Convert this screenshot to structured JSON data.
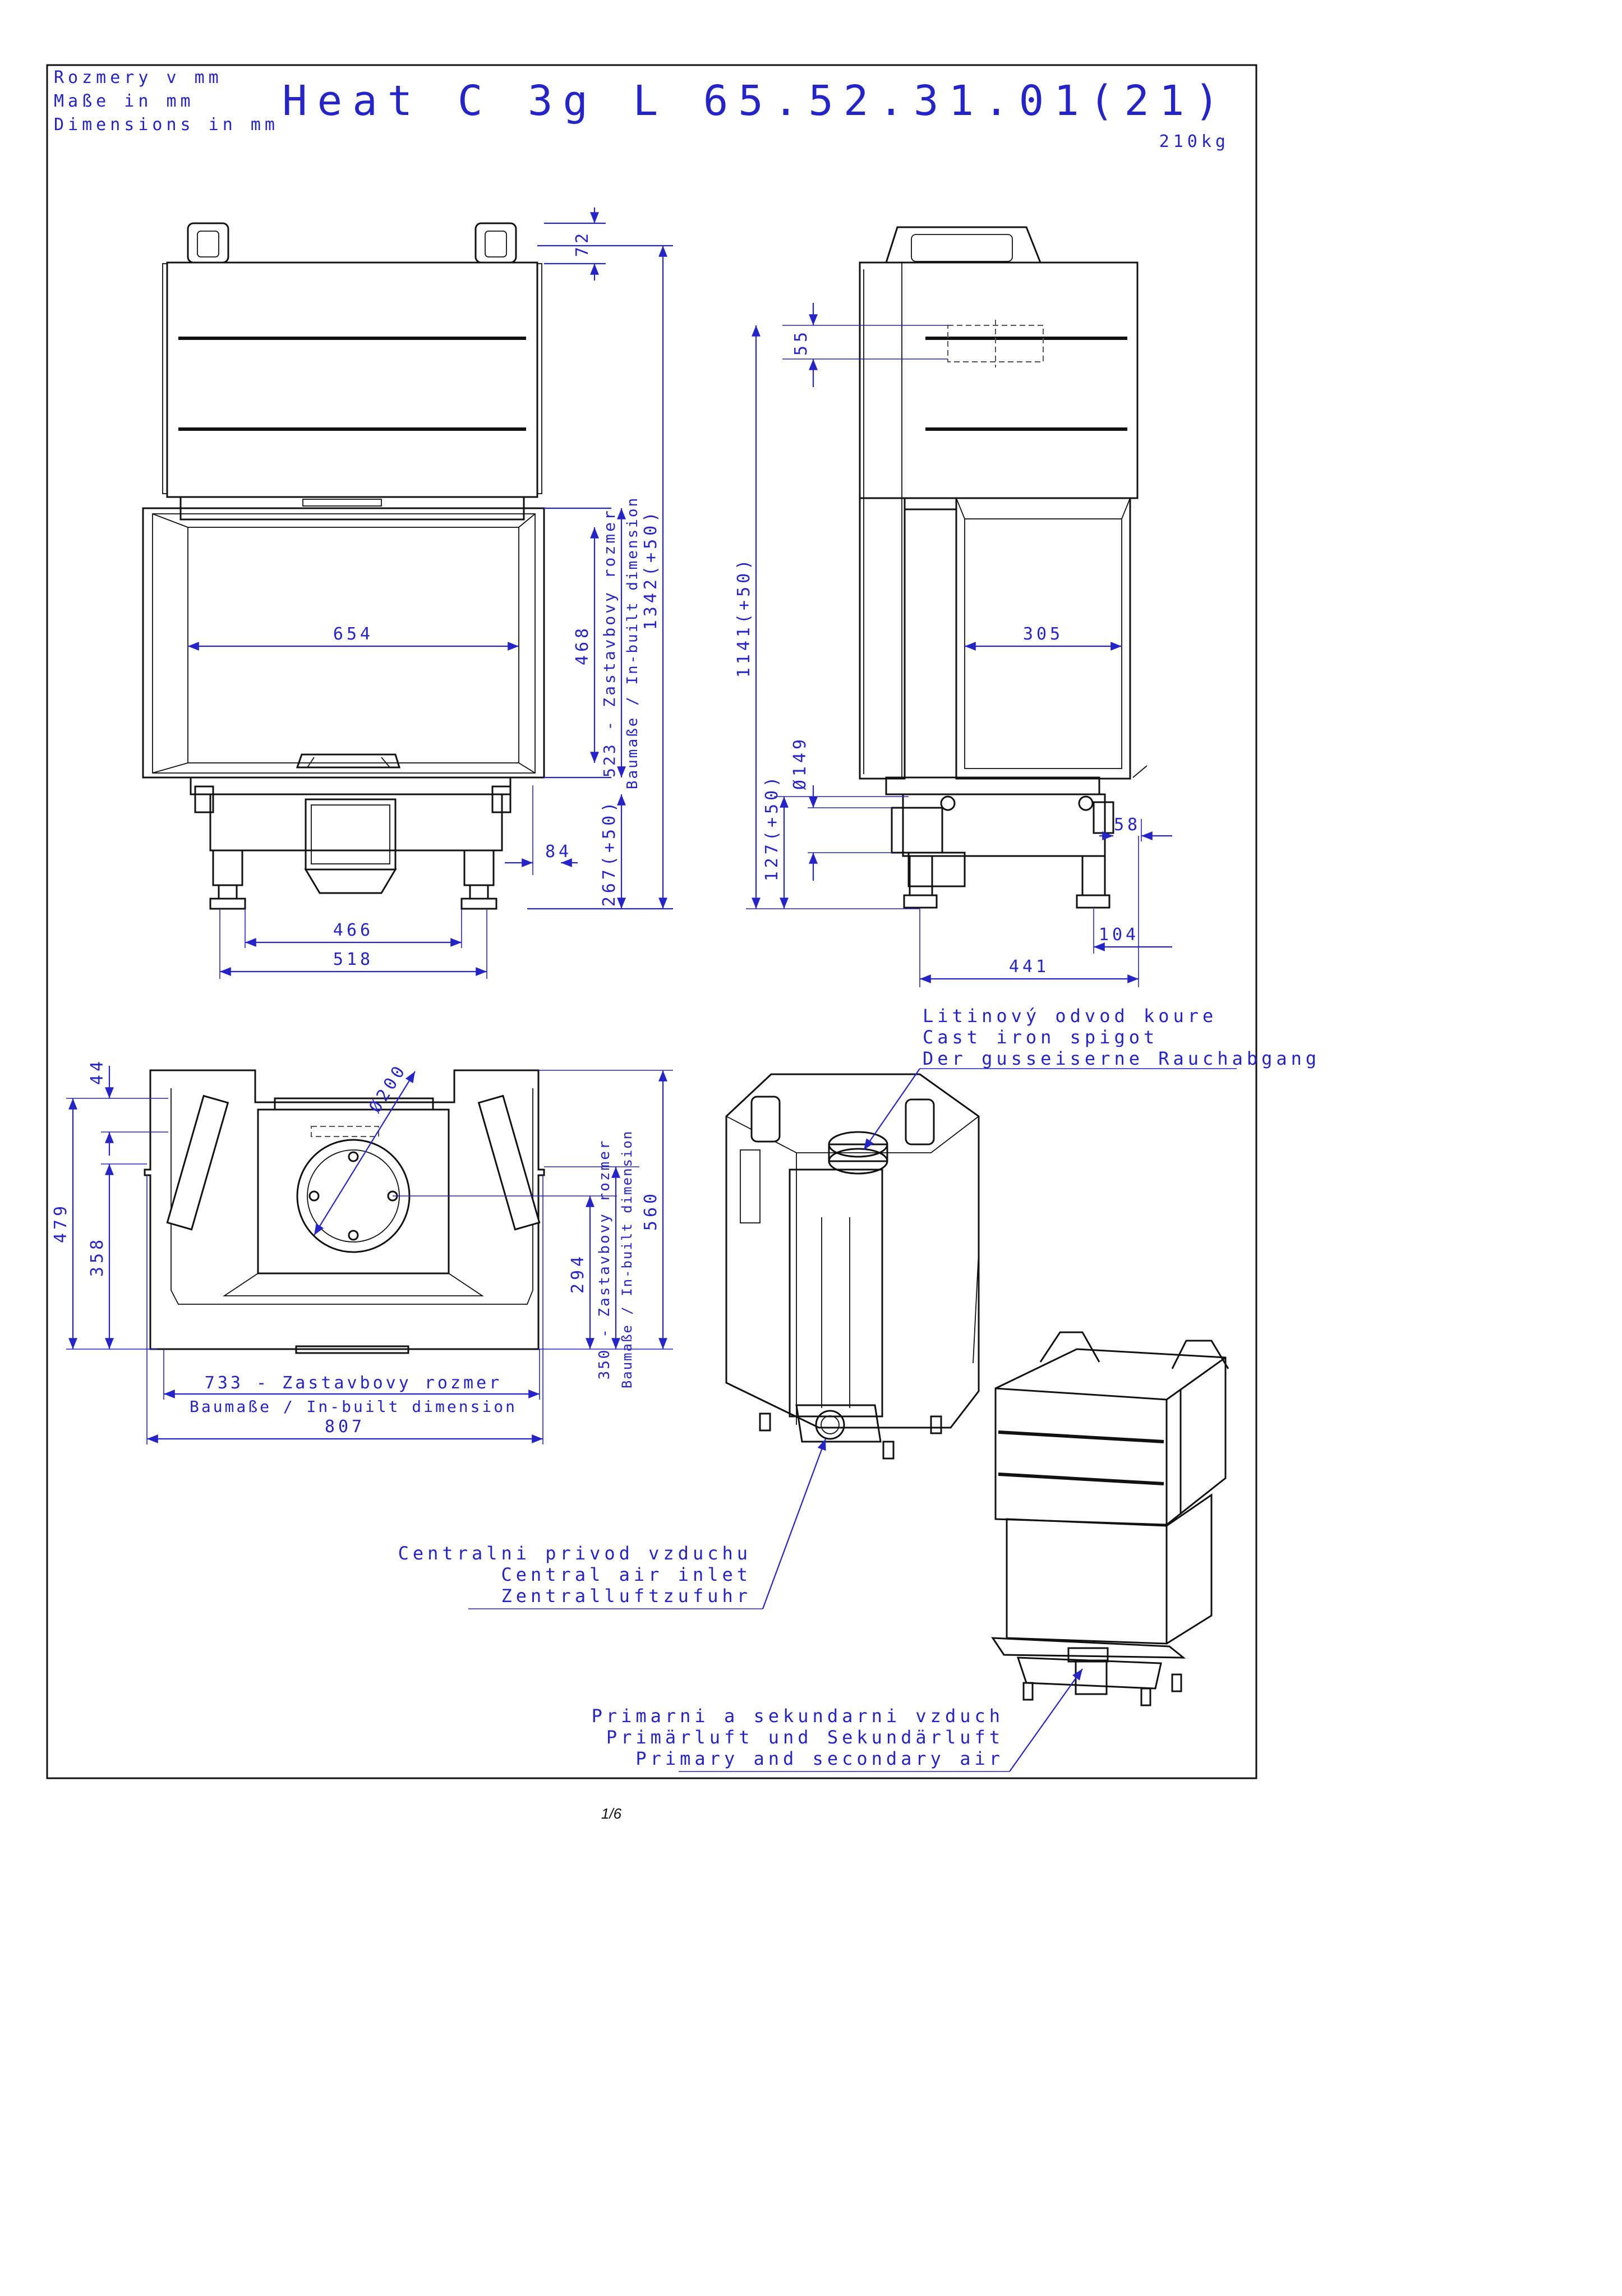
{
  "header": {
    "units_lines": [
      "Rozmery v mm",
      "Maße in mm",
      "Dimensions in mm"
    ],
    "model": "Heat C 3g L 65.52.31.01(21)",
    "weight": "210kg"
  },
  "front_view": {
    "dims": {
      "d72": "72",
      "d654": "654",
      "d468": "468",
      "d523": "523 - Zastavbovy rozmer",
      "d523b": "Baumaße / In-built dimension",
      "d1342": "1342(+50)",
      "d84": "84",
      "d267": "267(+50)",
      "d466": "466",
      "d518": "518"
    }
  },
  "side_view": {
    "dims": {
      "d55": "55",
      "d1141": "1141(+50)",
      "d305": "305",
      "d127": "127(+50)",
      "d149": "Ø149",
      "d58": "58",
      "d104": "104",
      "d441": "441"
    }
  },
  "top_view": {
    "dims": {
      "d44": "44",
      "d479": "479",
      "d358": "358",
      "d200": "Ø200",
      "d294": "294",
      "d350": "350 - Zastavbovy rozmer",
      "d350b": "Baumaße / In-built dimension",
      "d560": "560",
      "d733": "733 - Zastavbovy rozmer",
      "d733b": "Baumaße / In-built dimension",
      "d807": "807"
    }
  },
  "callouts": {
    "spigot": [
      "Litinový odvod koure",
      "Cast iron spigot",
      "Der gusseiserne Rauchabgang"
    ],
    "air_inlet": [
      "Centralni privod vzduchu",
      "Central air inlet",
      "Zentralluftzufuhr"
    ],
    "prim_sec": [
      "Primarni a sekundarni vzduch",
      "Primärluft und Sekundärluft",
      "Primary and secondary air"
    ]
  },
  "page_number": "1/6",
  "colors": {
    "dimension": "#2424c8",
    "outline": "#111111"
  }
}
